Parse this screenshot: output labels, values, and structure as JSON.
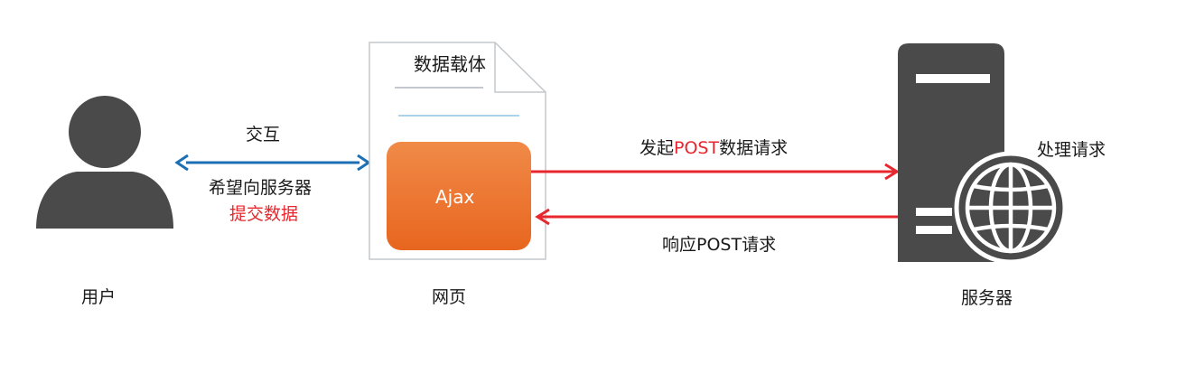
{
  "user": {
    "label": "用户"
  },
  "webpage": {
    "label": "网页",
    "doc_title": "数据载体",
    "ajax_label": "Ajax"
  },
  "server": {
    "label": "服务器",
    "process_label": "处理请求"
  },
  "interaction": {
    "top_label": "交互",
    "bottom_line1": "希望向服务器",
    "bottom_line2": "提交数据"
  },
  "request": {
    "prefix": "发起",
    "highlight": "POST",
    "suffix": "数据请求"
  },
  "response": {
    "label": "响应POST请求"
  },
  "colors": {
    "icon_gray": "#4a4a4a",
    "interaction_arrow": "#1d6fb5",
    "request_arrow": "#e8262d",
    "ajax_orange": "#ec7229",
    "doc_line": "#8fc3e4"
  }
}
